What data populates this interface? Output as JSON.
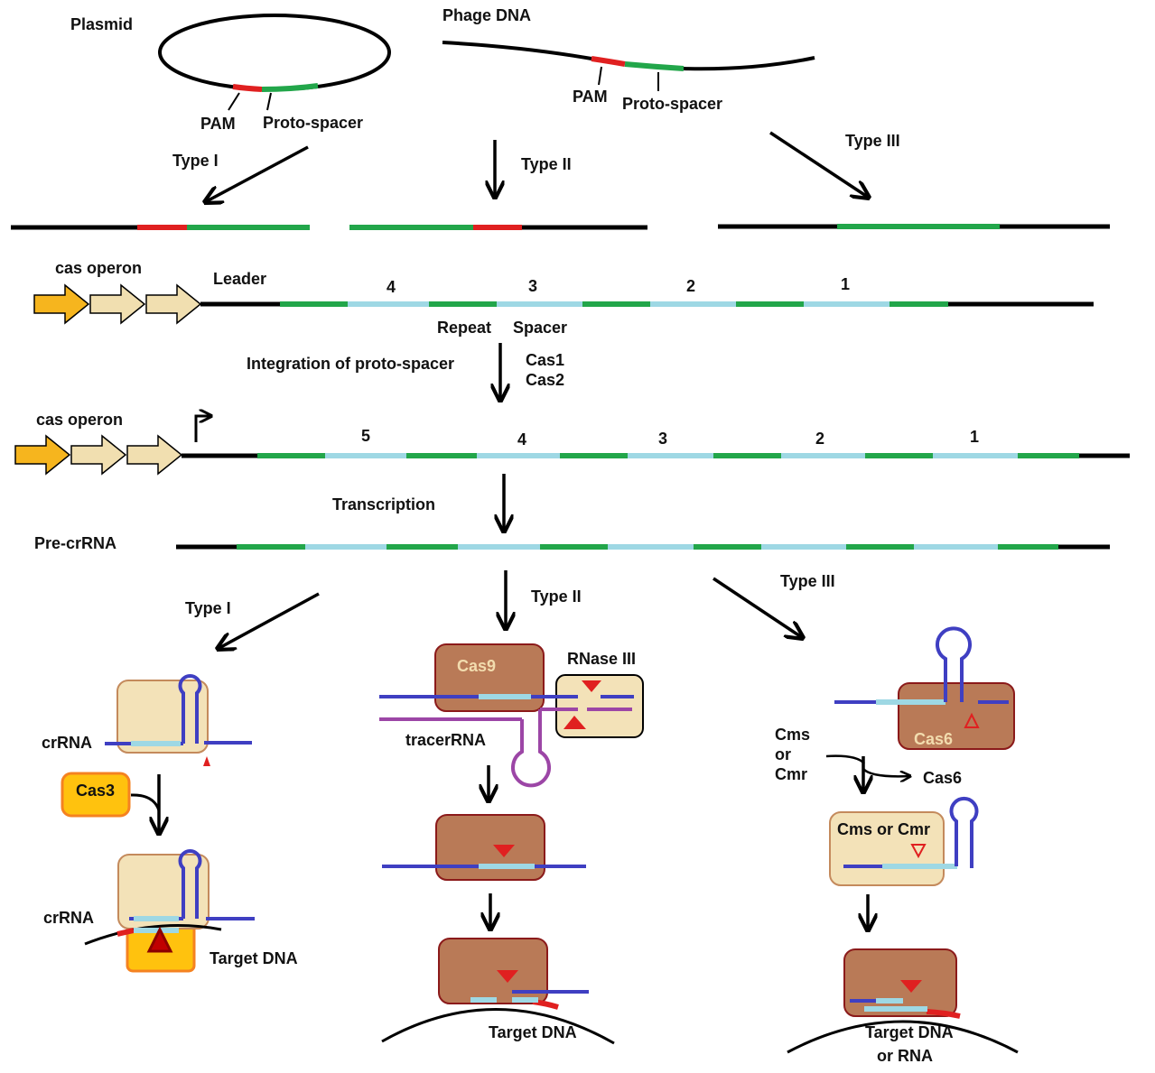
{
  "labels": {
    "plasmid": "Plasmid",
    "phage_dna": "Phage DNA",
    "pam": "PAM",
    "proto_spacer": "Proto-spacer",
    "type_i": "Type I",
    "type_ii": "Type II",
    "type_iii": "Type III",
    "cas_operon": "cas operon",
    "leader": "Leader",
    "repeat": "Repeat",
    "spacer": "Spacer",
    "integration": "Integration of proto-spacer",
    "cas1": "Cas1",
    "cas2": "Cas2",
    "transcription": "Transcription",
    "pre_crrna": "Pre-crRNA",
    "crrna": "crRNA",
    "cas3": "Cas3",
    "target_dna": "Target DNA",
    "cas9": "Cas9",
    "rnase_iii": "RNase III",
    "tracerrna": "tracerRNA",
    "cms": "Cms",
    "or": "or",
    "cmr": "Cmr",
    "cas6": "Cas6",
    "cms_or_cmr": "Cms or Cmr",
    "or_rna": "or RNA"
  },
  "spacers_array1": [
    "4",
    "3",
    "2",
    "1"
  ],
  "spacers_array2": [
    "5",
    "4",
    "3",
    "2",
    "1"
  ],
  "colors": {
    "dna": "#000000",
    "repeat": "#22a64a",
    "spacer": "#9ed8e4",
    "pam": "#e02020",
    "rna": "#3f3fc2",
    "tracer_rna": "#9c46a6",
    "cascade_complex": "#f3e2b8",
    "cas9_protein": "#b97a57",
    "cas3_protein": "#ffc20e",
    "operon_first_gene": "#f6b51e",
    "operon_gene": "#f1dfb0"
  }
}
